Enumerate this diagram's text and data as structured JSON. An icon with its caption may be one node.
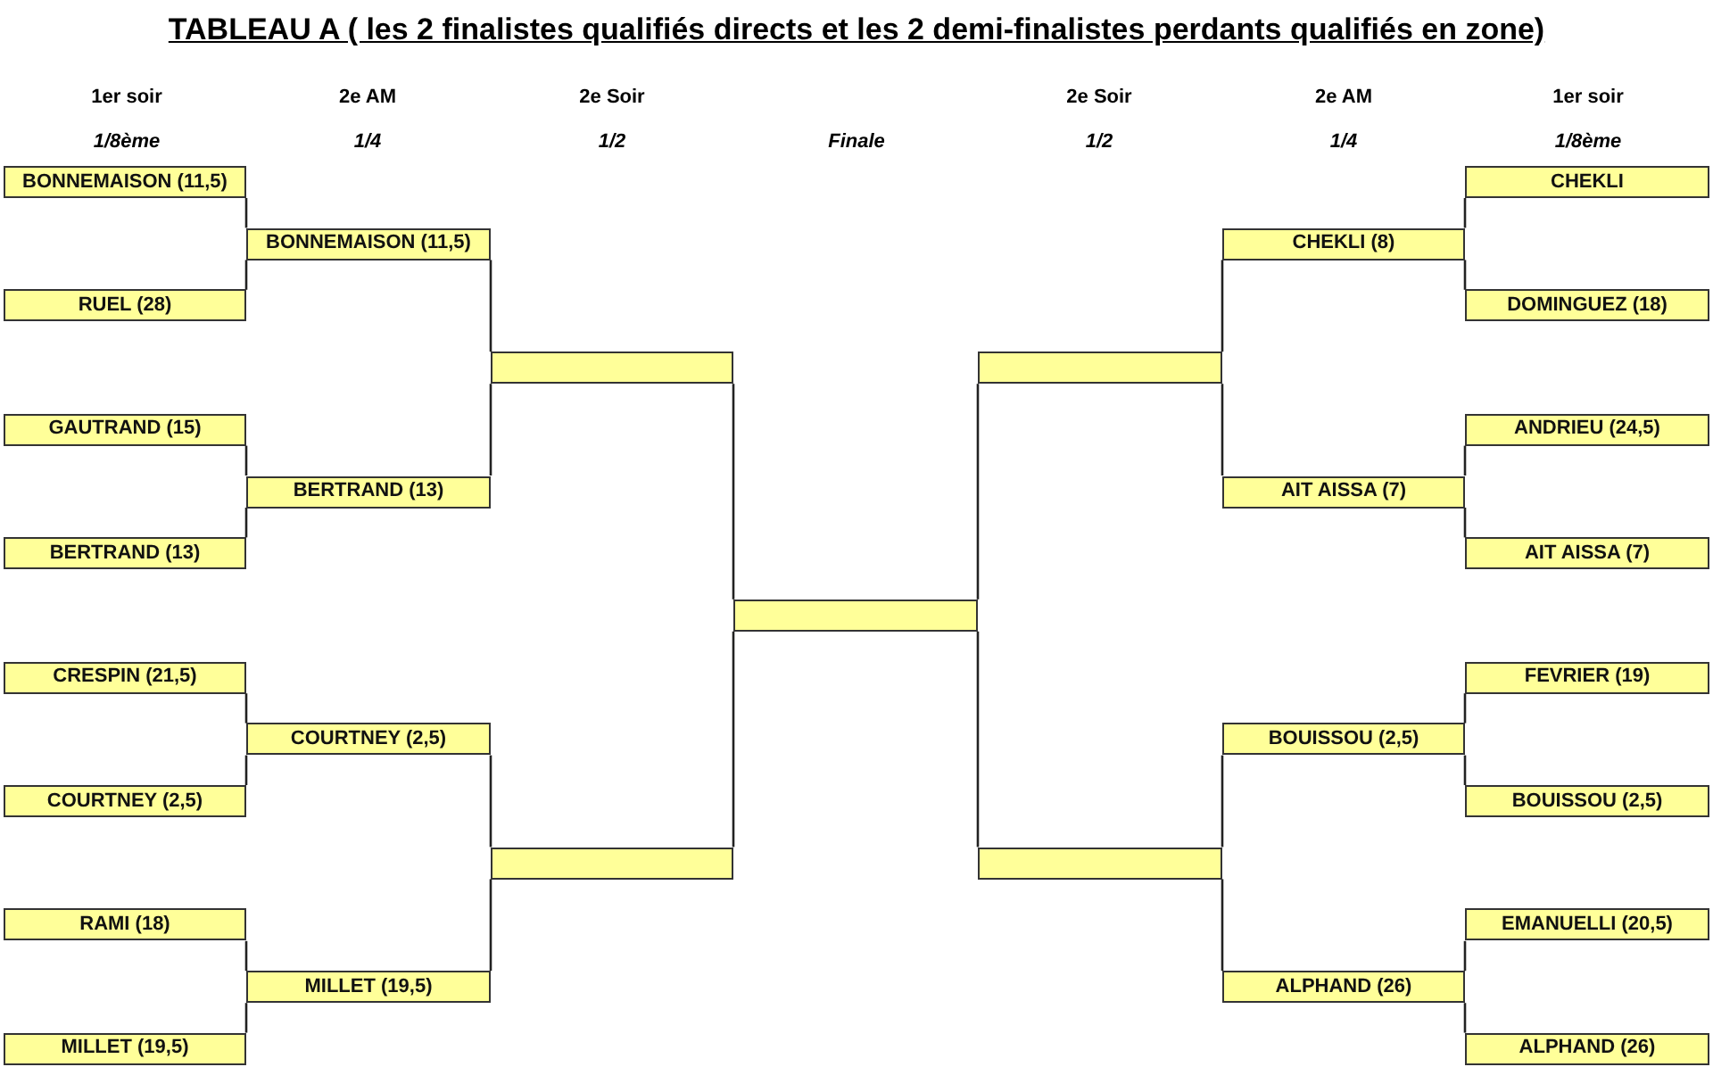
{
  "diagram": {
    "title": "TABLEAU A ( les 2 finalistes qualifiés directs et les 2 demi-finalistes perdants qualifiés en zone)",
    "nodes": [
      {
        "text": [
          "BONNEMAISON (11,5)"
        ]
      },
      {
        "text": [
          "RUEL (28)"
        ]
      },
      {
        "text": [
          "GAUTRAND (15)"
        ]
      },
      {
        "text": [
          "BERTRAND (13)"
        ]
      },
      {
        "text": [
          "CRESPIN (21,5)"
        ]
      },
      {
        "text": [
          "COURTNEY (2,5)"
        ]
      },
      {
        "text": [
          "RAMI (18)"
        ]
      },
      {
        "text": [
          "MILLET (19,5)"
        ]
      },
      {
        "text": [
          "BONNEMAISON (11,5)"
        ]
      },
      {
        "text": [
          "BERTRAND (13)"
        ]
      },
      {
        "text": [
          "COURTNEY (2,5)"
        ]
      },
      {
        "text": [
          "MILLET (19,5)"
        ]
      },
      {
        "text": [],
        "shape": "box"
      },
      {
        "text": [],
        "shape": "box"
      },
      {
        "text": [],
        "shape": "box"
      },
      {
        "text": [],
        "shape": "box"
      },
      {
        "text": [],
        "shape": "box"
      },
      {
        "text": [
          "CHEKLI (8)"
        ]
      },
      {
        "text": [
          "AIT AISSA (7)"
        ]
      },
      {
        "text": [
          "BOUISSOU (2,5)"
        ]
      },
      {
        "text": [
          "ALPHAND (26)"
        ]
      },
      {
        "text": [
          "CHEKLI"
        ]
      },
      {
        "text": [
          "DOMINGUEZ (18)"
        ]
      },
      {
        "text": [
          "ANDRIEU (24,5)"
        ]
      },
      {
        "text": [
          "AIT AISSA (7)"
        ]
      },
      {
        "text": [
          "FEVRIER (19)"
        ]
      },
      {
        "text": [
          "BOUISSOU (2,5)"
        ]
      },
      {
        "text": [
          "EMANUELLI (20,5)"
        ]
      },
      {
        "text": [
          "ALPHAND (26)"
        ]
      }
    ],
    "edges": [
      {
        "from": 0,
        "to": 8,
        "arrow": "none"
      },
      {
        "from": 1,
        "to": 8,
        "arrow": "none"
      },
      {
        "from": 2,
        "to": 9,
        "arrow": "none"
      },
      {
        "from": 3,
        "to": 9,
        "arrow": "none"
      },
      {
        "from": 4,
        "to": 10,
        "arrow": "none"
      },
      {
        "from": 5,
        "to": 10,
        "arrow": "none"
      },
      {
        "from": 6,
        "to": 11,
        "arrow": "none"
      },
      {
        "from": 7,
        "to": 11,
        "arrow": "none"
      },
      {
        "from": 8,
        "to": 12,
        "arrow": "none"
      },
      {
        "from": 9,
        "to": 12,
        "arrow": "none"
      },
      {
        "from": 10,
        "to": 13,
        "arrow": "none"
      },
      {
        "from": 11,
        "to": 13,
        "arrow": "none"
      },
      {
        "from": 12,
        "to": 14,
        "arrow": "none"
      },
      {
        "from": 13,
        "to": 14,
        "arrow": "none"
      },
      {
        "from": 15,
        "to": 14,
        "arrow": "none"
      },
      {
        "from": 16,
        "to": 14,
        "arrow": "none"
      },
      {
        "from": 17,
        "to": 15,
        "arrow": "none"
      },
      {
        "from": 18,
        "to": 15,
        "arrow": "none"
      },
      {
        "from": 19,
        "to": 16,
        "arrow": "none"
      },
      {
        "from": 20,
        "to": 16,
        "arrow": "none"
      },
      {
        "from": 21,
        "to": 17,
        "arrow": "none"
      },
      {
        "from": 22,
        "to": 17,
        "arrow": "none"
      },
      {
        "from": 23,
        "to": 18,
        "arrow": "none"
      },
      {
        "from": 24,
        "to": 18,
        "arrow": "none"
      },
      {
        "from": 25,
        "to": 19,
        "arrow": "none"
      },
      {
        "from": 26,
        "to": 19,
        "arrow": "none"
      },
      {
        "from": 27,
        "to": 20,
        "arrow": "none"
      },
      {
        "from": 28,
        "to": 20,
        "arrow": "none"
      }
    ],
    "labels": [
      "1er soir",
      "2e AM",
      "2e Soir",
      "2e Soir",
      "2e AM",
      "1er soir",
      "1/8ème",
      "1/4",
      "1/2",
      "Finale",
      "1/2",
      "1/4",
      "1/8ème"
    ]
  }
}
